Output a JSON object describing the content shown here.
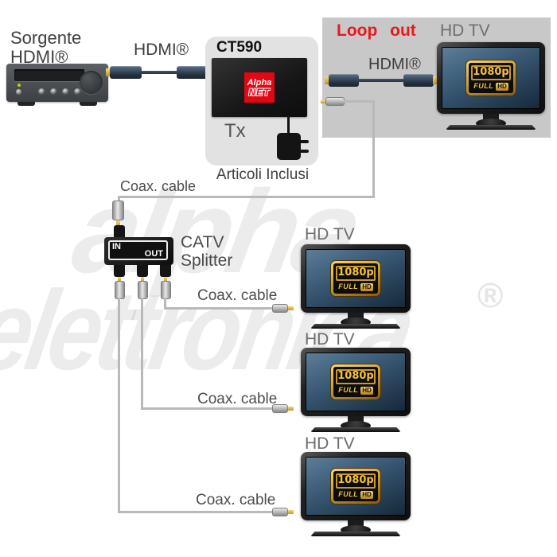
{
  "colors": {
    "accent_red": "#e30613",
    "loopout_bg": "#c8c8c8",
    "panel_bg": "#e2e2e2",
    "cable_gray": "#b9b9b9",
    "badge_gold": "#f4c23c",
    "screen_blue": "#3a5a75"
  },
  "source_device": {
    "label_line1": "Sorgente",
    "label_line2": "HDMI®"
  },
  "hdmi_cable_1": {
    "label": "HDMI®"
  },
  "transmitter": {
    "model": "CT590",
    "logo_line1": "Alpha",
    "logo_line2": "NET",
    "port_label": "Tx",
    "caption": "Articoli Inclusi"
  },
  "loopout_box": {
    "title": "Loop out",
    "tv_label": "HD TV",
    "hdmi_label": "HDMI®"
  },
  "main_coax": {
    "label": "Coax. cable"
  },
  "splitter": {
    "in_label": "IN",
    "out_label": "OUT",
    "name_line1": "CATV",
    "name_line2": "Splitter"
  },
  "outputs": [
    {
      "tv_label": "HD TV",
      "cable_label": "Coax. cable"
    },
    {
      "tv_label": "HD TV",
      "cable_label": "Coax. cable"
    },
    {
      "tv_label": "HD TV",
      "cable_label": "Coax. cable"
    }
  ],
  "tv_badge": {
    "resolution": "1080p",
    "full": "FULL",
    "hd": "HD"
  },
  "watermark": {
    "word1": "alpha",
    "word2": "elettronica",
    "reg": "®"
  }
}
